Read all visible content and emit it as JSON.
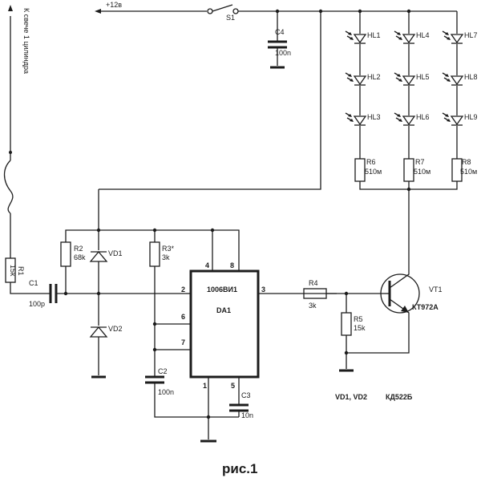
{
  "figure": {
    "caption": "рис.1",
    "input_label": "К свече 1 цилиндра",
    "supply_label": "+12в",
    "diode_note_parts": "VD1, VD2",
    "diode_note_type": "КД522Б"
  },
  "components": {
    "S1": "S1",
    "C4": {
      "ref": "C4",
      "value": "100n"
    },
    "R1": {
      "ref": "R1",
      "value": "15k"
    },
    "C1": {
      "ref": "C1",
      "value": "100p"
    },
    "R2": {
      "ref": "R2",
      "value": "68k"
    },
    "VD1": "VD1",
    "VD2": "VD2",
    "R3": {
      "ref": "R3*",
      "value": "3k"
    },
    "C2": {
      "ref": "C2",
      "value": "100n"
    },
    "C3": {
      "ref": "C3",
      "value": "10n"
    },
    "DA1": {
      "ref": "DA1",
      "type": "1006ВИ1",
      "pins": {
        "p2": "2",
        "p3": "3",
        "p4": "4",
        "p8": "8",
        "p6": "6",
        "p7": "7",
        "p1": "1",
        "p5": "5"
      }
    },
    "R4": {
      "ref": "R4",
      "value": "3k"
    },
    "R5": {
      "ref": "R5",
      "value": "15k"
    },
    "VT1": {
      "ref": "VT1",
      "type": "КТ972А"
    },
    "LEDs": [
      "HL1",
      "HL2",
      "HL3",
      "HL4",
      "HL5",
      "HL6",
      "HL7",
      "HL8",
      "HL9"
    ],
    "R6": {
      "ref": "R6",
      "value": "510м"
    },
    "R7": {
      "ref": "R7",
      "value": "510м"
    },
    "R8": {
      "ref": "R8",
      "value": "510м"
    }
  }
}
